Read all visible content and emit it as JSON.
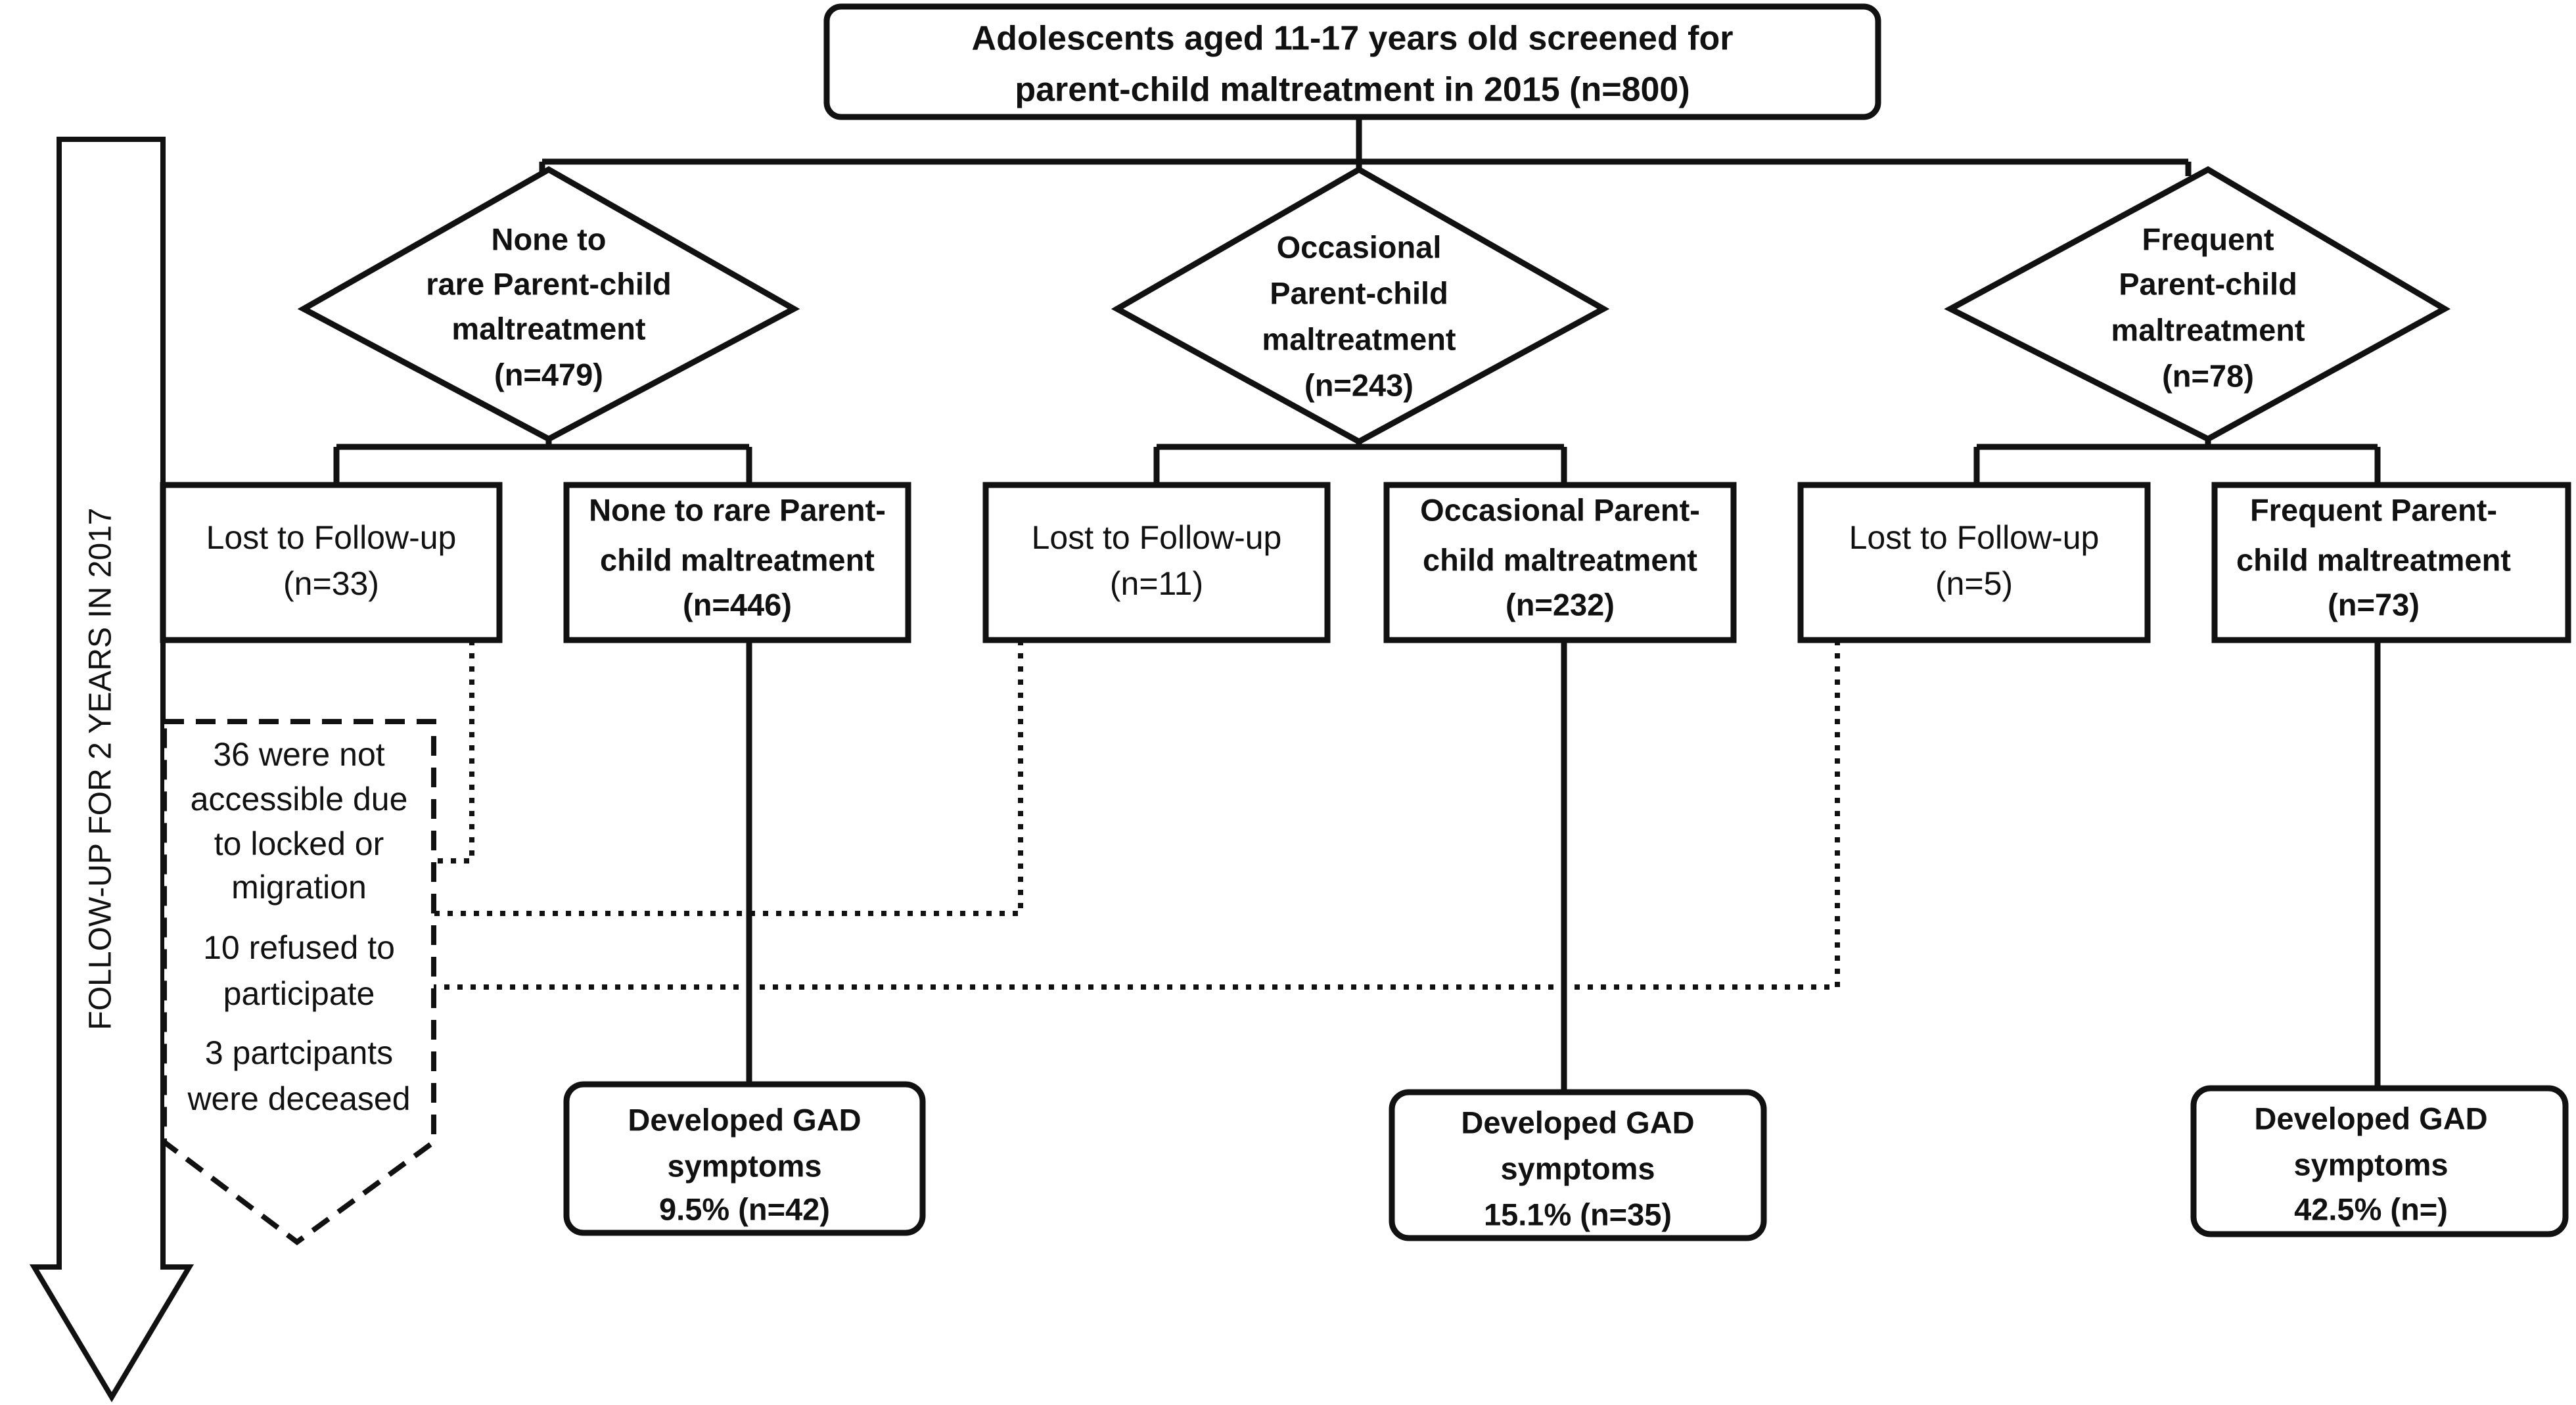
{
  "root": {
    "line1": "Adolescents aged 11-17 years old screened for",
    "line2": "parent-child maltreatment in 2015 (n=800)"
  },
  "side_arrow": {
    "label": "FOLLOW-UP FOR 2 YEARS IN 2017"
  },
  "groups": [
    {
      "diamond": [
        "None to",
        "rare Parent-child",
        "maltreatment",
        "(n=479)"
      ],
      "lost": [
        "Lost to Follow-up",
        "(n=33)"
      ],
      "retained": [
        "None to rare Parent-",
        "child maltreatment",
        "(n=446)"
      ],
      "outcome": [
        "Developed GAD",
        "symptoms",
        "9.5% (n=42)"
      ]
    },
    {
      "diamond": [
        "Occasional",
        "Parent-child",
        "maltreatment",
        "(n=243)"
      ],
      "lost": [
        "Lost to Follow-up",
        "(n=11)"
      ],
      "retained": [
        "Occasional Parent-",
        "child maltreatment",
        "(n=232)"
      ],
      "outcome": [
        "Developed GAD",
        "symptoms",
        "15.1% (n=35)"
      ]
    },
    {
      "diamond": [
        "Frequent",
        "Parent-child",
        "maltreatment",
        "(n=78)"
      ],
      "lost": [
        "Lost to Follow-up",
        "(n=5)"
      ],
      "retained": [
        "Frequent Parent-",
        "child maltreatment",
        "(n=73)"
      ],
      "outcome": [
        "Developed GAD",
        "symptoms",
        "42.5% (n=)"
      ]
    }
  ],
  "loss_reasons": [
    "36 were not",
    "accessible due",
    "to locked or",
    "migration",
    "10 refused to",
    "participate",
    "3 partcipants",
    "were deceased"
  ]
}
